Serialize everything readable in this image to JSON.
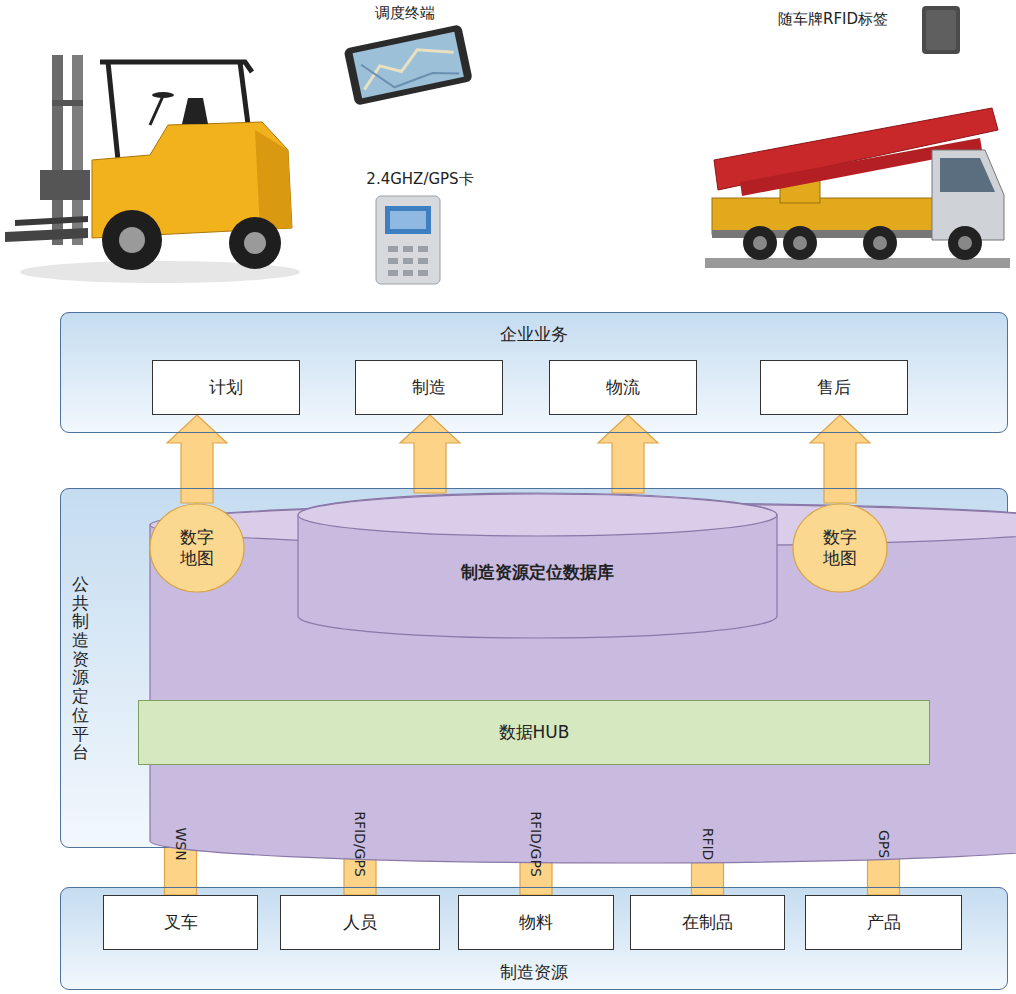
{
  "diagram": {
    "nodes": [
      {
        "text": [
          "企业业务"
        ]
      },
      {
        "text": [
          "计划"
        ],
        "in": 0
      },
      {
        "text": [
          "制造"
        ],
        "in": 0
      },
      {
        "text": [
          "物流"
        ],
        "in": 0
      },
      {
        "text": [
          "售后"
        ],
        "in": 0
      },
      {
        "text": [
          "公共制造资源定位平台"
        ]
      },
      {
        "text": [
          "数字地图"
        ],
        "in": 5
      },
      {
        "text": [
          "制造资源定位数据库"
        ],
        "in": 5
      },
      {
        "text": [
          "数字地图"
        ],
        "in": 5
      },
      {
        "text": [
          "数据HUB"
        ],
        "in": 5
      },
      {
        "text": [
          "制造资源"
        ]
      },
      {
        "text": [
          "叉车"
        ],
        "in": 10
      },
      {
        "text": [
          "人员"
        ],
        "in": 10
      },
      {
        "text": [
          "物料"
        ],
        "in": 10
      },
      {
        "text": [
          "在制品"
        ],
        "in": 10
      },
      {
        "text": [
          "产品"
        ],
        "in": 10
      }
    ],
    "edges": [
      {
        "from": 6,
        "to": 1,
        "arrow": "to"
      },
      {
        "from": 7,
        "to": 2,
        "arrow": "to"
      },
      {
        "from": 7,
        "to": 3,
        "arrow": "to"
      },
      {
        "from": 8,
        "to": 4,
        "arrow": "to"
      },
      {
        "from": 9,
        "to": 7,
        "arrow": "to"
      },
      {
        "from": 9,
        "to": 7,
        "arrow": "to"
      },
      {
        "from": 9,
        "to": 7,
        "arrow": "to"
      },
      {
        "from": 11,
        "to": 9,
        "label": "WSN",
        "arrow": "to"
      },
      {
        "from": 12,
        "to": 9,
        "label": "RFID/GPS",
        "arrow": "to"
      },
      {
        "from": 13,
        "to": 9,
        "label": "RFID/GPS",
        "arrow": "to"
      },
      {
        "from": 14,
        "to": 9,
        "label": "RFID",
        "arrow": "to"
      },
      {
        "from": 15,
        "to": 9,
        "label": "GPS",
        "arrow": "to"
      }
    ],
    "labels": [
      "调度终端",
      "2.4GHZ/GPS卡",
      "随车牌RFID标签"
    ]
  }
}
